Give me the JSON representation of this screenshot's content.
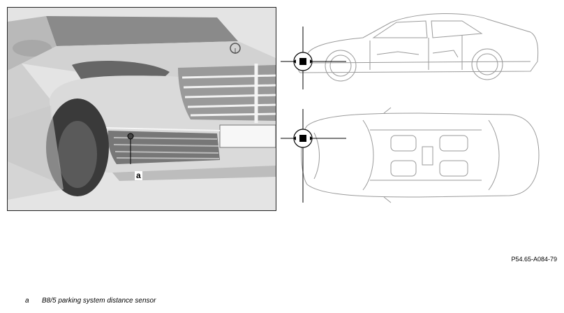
{
  "figure": {
    "callout_letter": "a",
    "reference_code": "P54.65-A084-79"
  },
  "legend": [
    {
      "key": "a",
      "text": "B8/5 parking system distance sensor"
    }
  ],
  "icons": {
    "photo": "car-front-bumper-photo",
    "side": "car-side-outline",
    "top": "car-top-outline",
    "marker": "sensor-marker-icon"
  }
}
